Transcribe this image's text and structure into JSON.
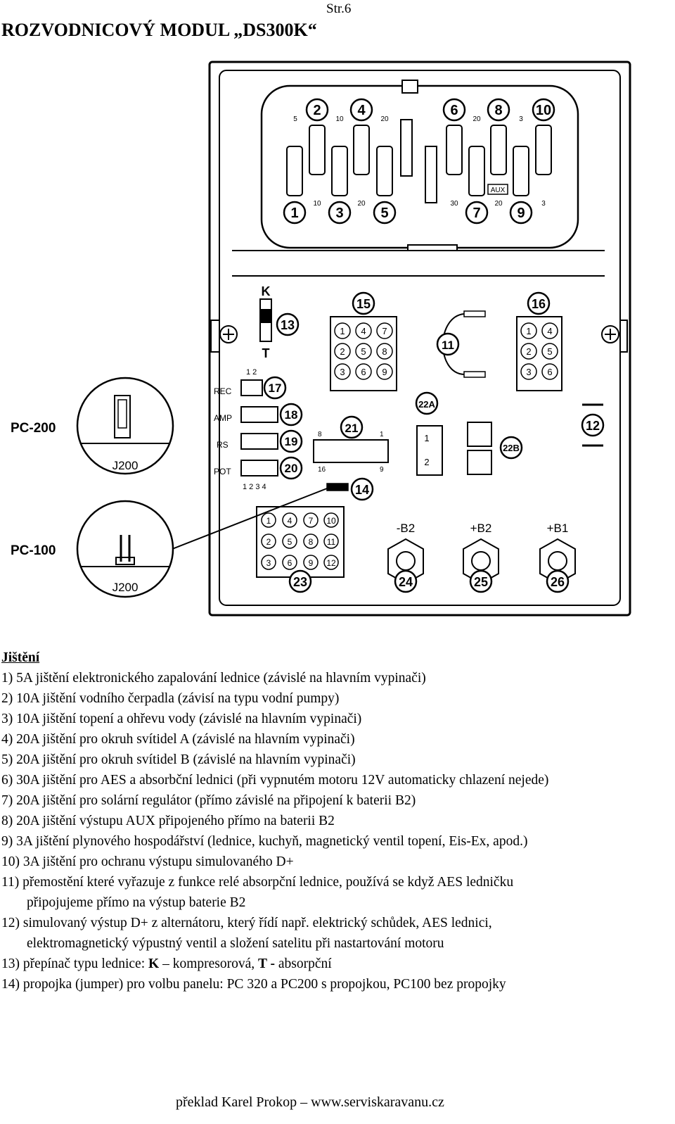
{
  "page": "Str.6",
  "title": "ROZVODNICOVÝ MODUL „DS300K“",
  "diagram": {
    "fuse_numbers_top": [
      "2",
      "4",
      "6",
      "8",
      "10"
    ],
    "fuse_numbers_bottom": [
      "1",
      "3",
      "5",
      "7",
      "9"
    ],
    "fuse_ratings_top": [
      "5",
      "10",
      "20",
      "20",
      "3"
    ],
    "fuse_ratings_bottom": [
      "10",
      "20",
      "30",
      "20",
      "3"
    ],
    "aux_label": "AUX",
    "switch_k": "K",
    "switch_t": "T",
    "n13": "13",
    "n15": "15",
    "n16": "16",
    "n11": "11",
    "n17": "17",
    "n18": "18",
    "n19": "19",
    "n20": "20",
    "n21": "21",
    "n22a": "22A",
    "n22b": "22B",
    "n12": "12",
    "n14": "14",
    "n23": "23",
    "n24": "24",
    "n25": "25",
    "n26": "26",
    "conn15_pins": [
      "1",
      "4",
      "7",
      "2",
      "5",
      "8",
      "3",
      "6",
      "9"
    ],
    "conn16_pins": [
      "1",
      "4",
      "2",
      "5",
      "3",
      "6"
    ],
    "conn23_pins": [
      "1",
      "4",
      "7",
      "10",
      "2",
      "5",
      "8",
      "11",
      "3",
      "6",
      "9",
      "12"
    ],
    "conn22a_pins": [
      "1",
      "2"
    ],
    "pin_label_12": "1 2",
    "pin_label_1234": "1 2 3 4",
    "rec": "REC",
    "amp": "AMP",
    "rs": "RS",
    "pot": "POT",
    "conn21_8": "8",
    "conn21_1": "1",
    "conn21_16": "16",
    "conn21_9": "9",
    "terminal_b2_minus": "-B2",
    "terminal_b2_plus": "+B2",
    "terminal_b1_plus": "+B1",
    "pc200": "PC-200",
    "pc100": "PC-100",
    "j200_a": "J200",
    "j200_b": "J200"
  },
  "section": {
    "heading": "Jištění",
    "items": [
      "1) 5A jištění elektronického zapalování lednice (závislé na hlavním vypinači)",
      "2) 10A jištění vodního čerpadla (závisí na typu vodní pumpy)",
      "3) 10A jištění topení a ohřevu vody (závislé na hlavním vypinači)",
      "4) 20A jištění pro okruh svítidel A (závislé na hlavním vypinači)",
      "5) 20A jištění pro okruh svítidel B (závislé na hlavním vypinači)",
      "6) 30A jištění pro AES a absorbční lednici (při vypnutém motoru 12V automaticky chlazení nejede)",
      "7) 20A jištění pro solární regulátor (přímo závislé na připojení k baterii B2)",
      "8) 20A jištění výstupu AUX připojeného přímo na baterii B2",
      "9) 3A jištění plynového hospodářství (lednice, kuchyň, magnetický ventil topení, Eis-Ex, apod.)",
      "10) 3A jištění pro ochranu výstupu simulovaného D+"
    ],
    "item11_a": "11) přemostění které vyřazuje z funkce relé absorpční lednice, používá se když AES ledničku",
    "item11_b": "připojujeme přímo na výstup baterie B2",
    "item12_a": "12) simulovaný výstup D+ z alternátoru, který řídí např. elektrický schůdek, AES lednici,",
    "item12_b": "elektromagnetický výpustný ventil a složení satelitu při nastartování motoru",
    "item13_pre": "13) přepínač typu lednice: ",
    "item13_k": "K",
    "item13_mid": " – kompresorová, ",
    "item13_t": "T -",
    "item13_post": " absorpční",
    "item14": "14) propojka (jumper) pro volbu panelu: PC 320 a  PC200 s propojkou, PC100 bez propojky"
  },
  "footer": "překlad Karel Prokop – www.serviskaravanu.cz"
}
